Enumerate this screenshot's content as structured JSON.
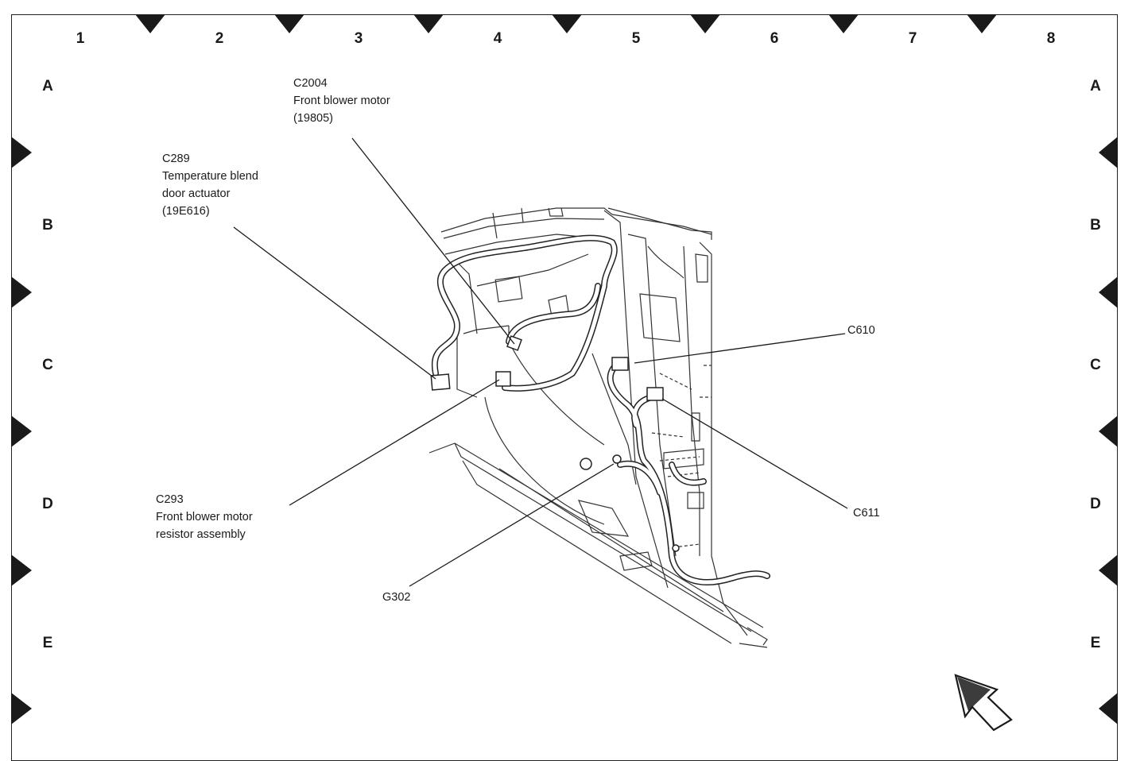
{
  "grid": {
    "columns": [
      "1",
      "2",
      "3",
      "4",
      "5",
      "6",
      "7",
      "8"
    ],
    "rows": [
      "A",
      "B",
      "C",
      "D",
      "E"
    ]
  },
  "callouts": {
    "c2004": {
      "id": "C2004",
      "lines": [
        "Front blower motor",
        "(19805)"
      ]
    },
    "c289": {
      "id": "C289",
      "lines": [
        "Temperature blend",
        "door actuator",
        "(19E616)"
      ]
    },
    "c610": {
      "id": "C610",
      "lines": []
    },
    "c293": {
      "id": "C293",
      "lines": [
        "Front blower motor",
        "resistor assembly"
      ]
    },
    "c611": {
      "id": "C611",
      "lines": []
    },
    "g302": {
      "id": "G302",
      "lines": []
    }
  },
  "icons": [
    "grid-marker-icon",
    "front-direction-arrow-icon"
  ]
}
